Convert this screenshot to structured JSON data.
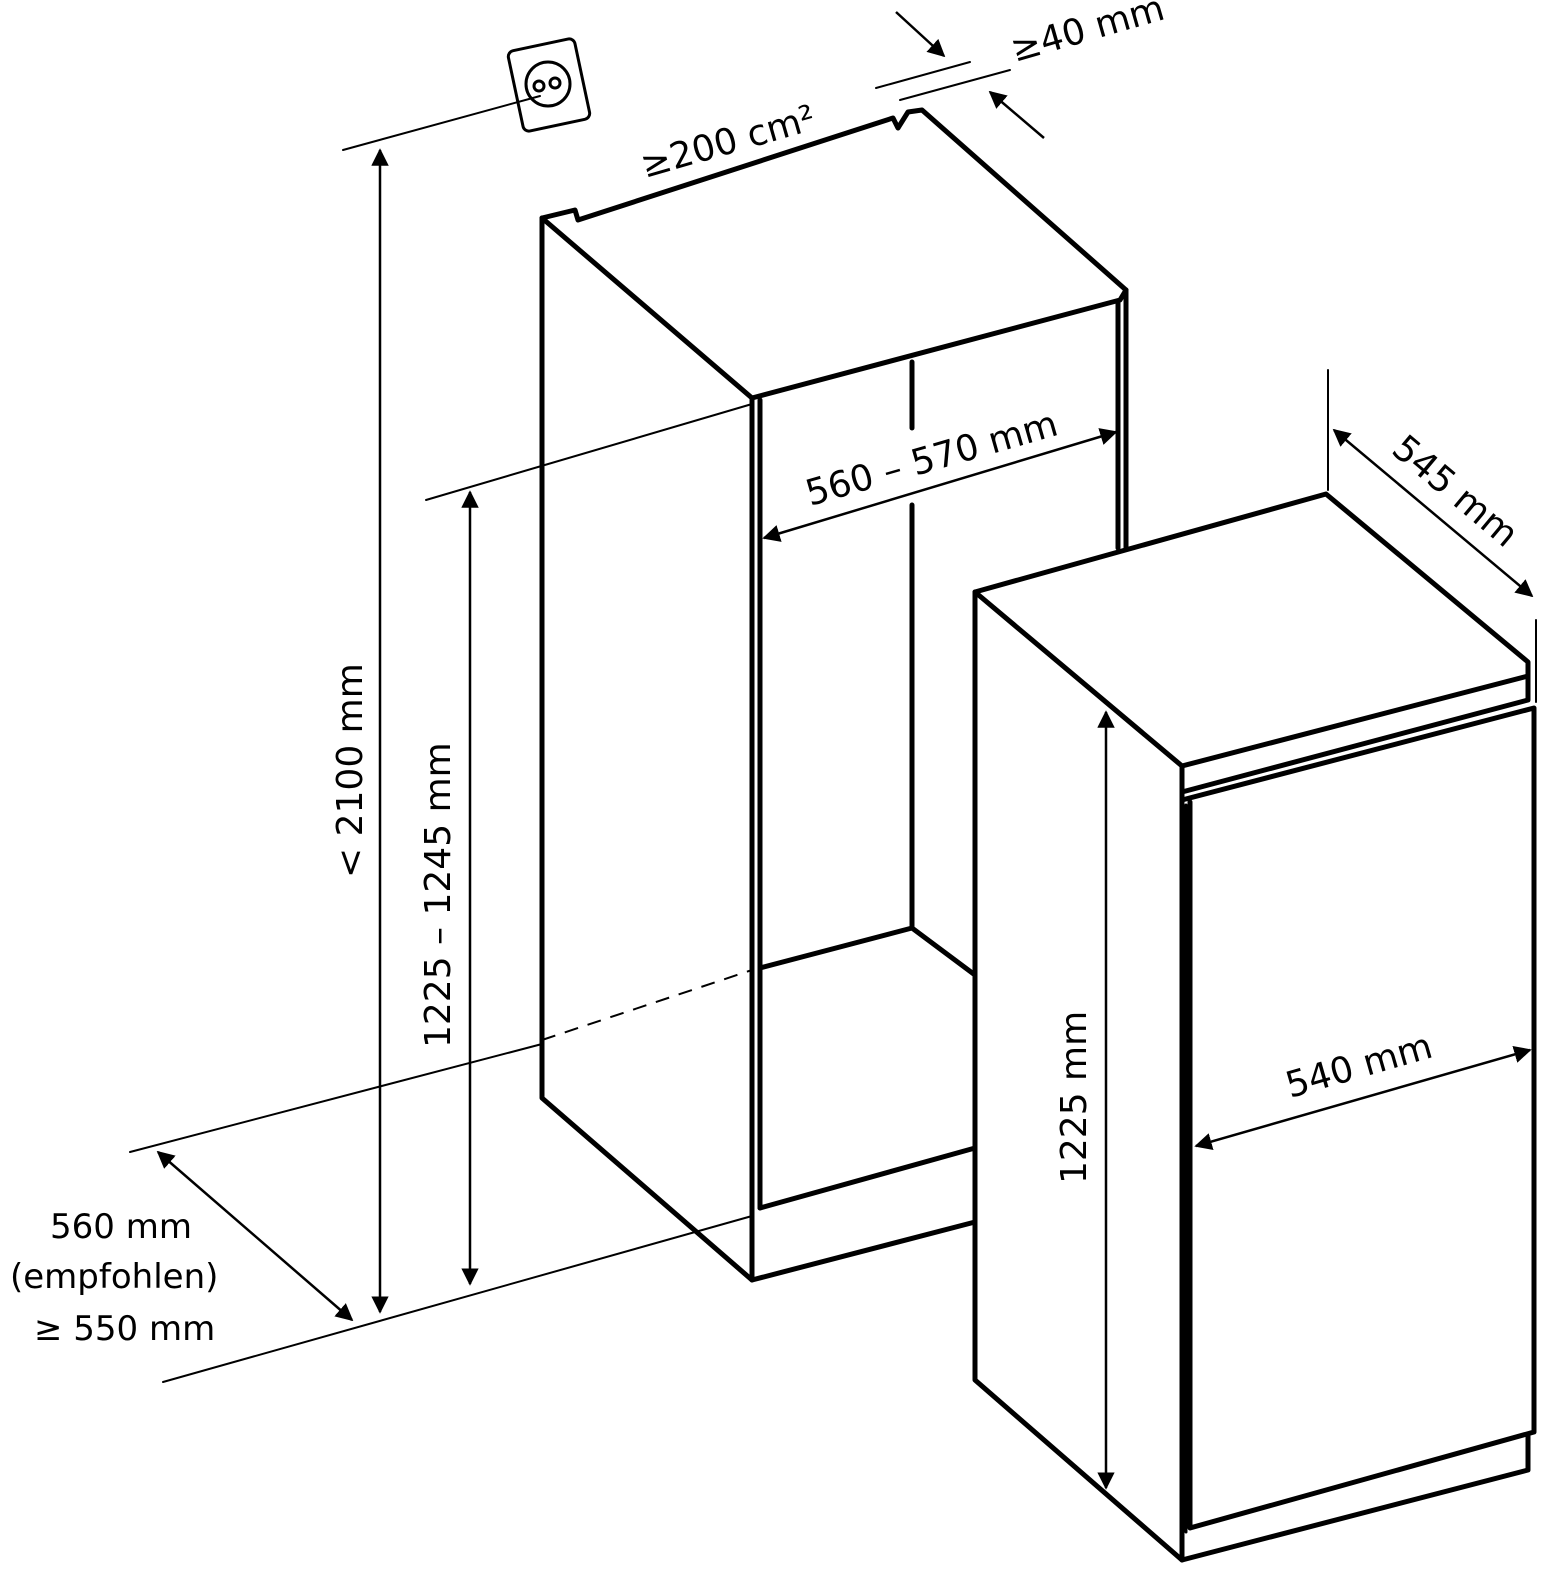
{
  "labels": {
    "vent_top": "≥200 cm²",
    "rear_gap": "≥40 mm",
    "total_height": "< 2100 mm",
    "niche_height": "1225 – 1245 mm",
    "niche_width": "560 – 570 mm",
    "depth_line1": "560 mm",
    "depth_line2": "(empfohlen)",
    "depth_line3": "≥ 550 mm",
    "appliance_depth": "545 mm",
    "appliance_height": "1225 mm",
    "appliance_width": "540 mm"
  },
  "icons": {
    "socket": "power-socket-icon"
  }
}
